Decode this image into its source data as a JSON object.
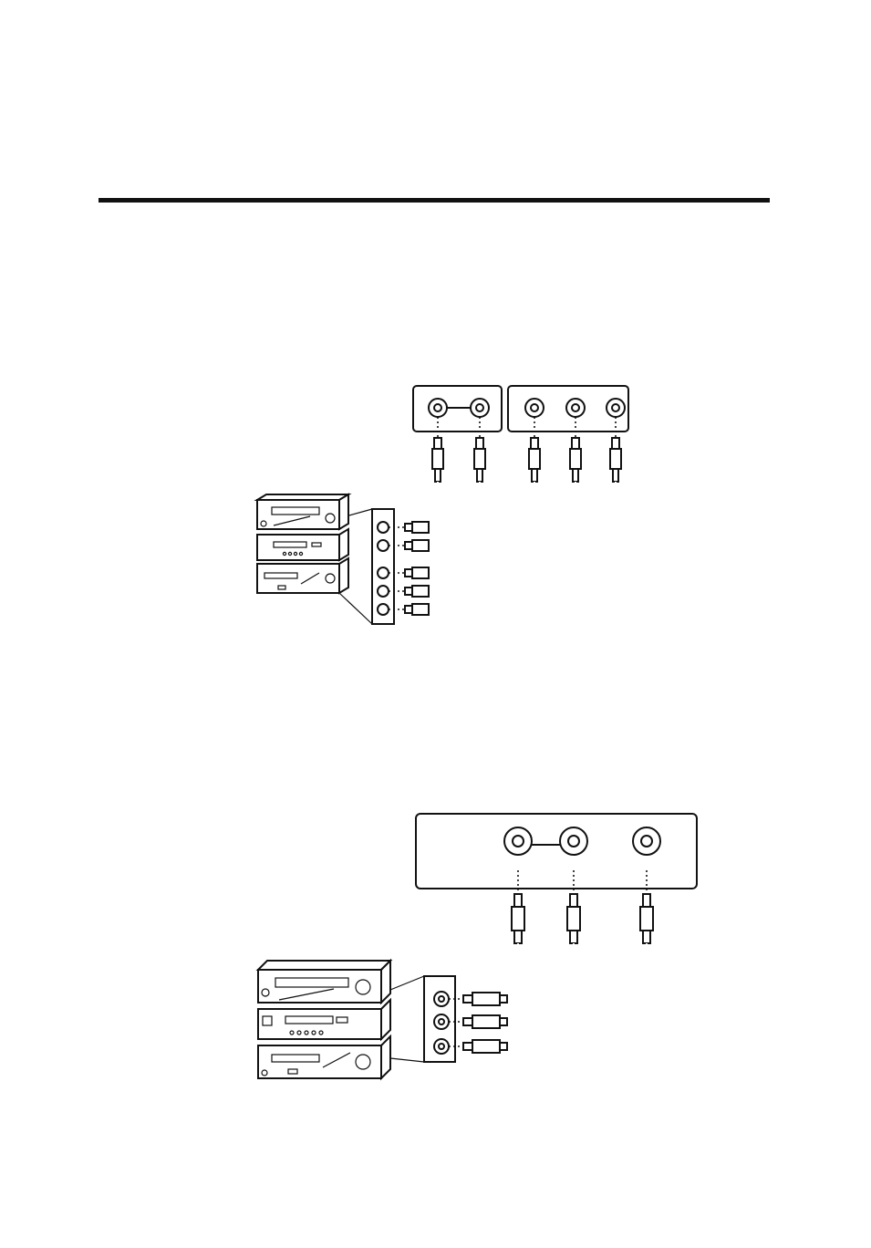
{
  "page": {
    "rule_color": "#111111",
    "background": "#ffffff"
  },
  "diagrams": [
    {
      "id": "connection-diagram-1",
      "panels": [
        {
          "name": "audio-jack-panel",
          "jacks": 2
        },
        {
          "name": "video-jack-panel",
          "jacks": 3
        }
      ],
      "device_stack_units": 3,
      "device_side_jacks": 5
    },
    {
      "id": "connection-diagram-2",
      "panels": [
        {
          "name": "combined-jack-panel",
          "jacks": 3
        }
      ],
      "device_stack_units": 3,
      "device_side_jacks": 3
    }
  ]
}
